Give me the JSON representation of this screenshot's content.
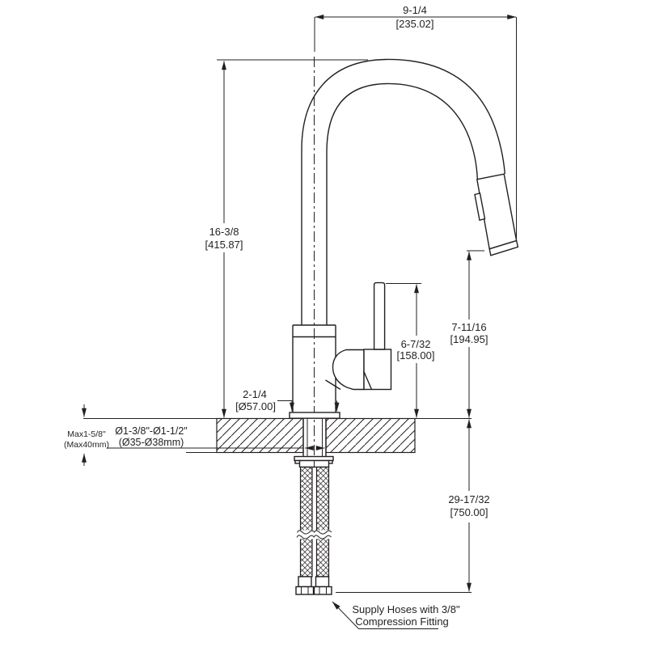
{
  "drawing": {
    "dims": {
      "spout_reach_in": "9-1/4",
      "spout_reach_mm": "[235.02]",
      "overall_height_in": "16-3/8",
      "overall_height_mm": "[415.87]",
      "head_clearance_in": "7-11/16",
      "head_clearance_mm": "[194.95]",
      "handle_height_in": "6-7/32",
      "handle_height_mm": "[158.00]",
      "base_dia_in": "2-1/4",
      "base_dia_mm": "[Ø57.00]",
      "hole_dia_in": "Ø1-3/8\"-Ø1-1/2\"",
      "hole_dia_mm": "(Ø35-Ø38mm)",
      "deck_max_in": "Max1-5/8\"",
      "deck_max_mm": "(Max40mm)",
      "hose_length_in": "29-17/32",
      "hose_length_mm": "[750.00]"
    },
    "notes": {
      "supply_line1": "Supply Hoses with 3/8\"",
      "supply_line2": "Compression Fitting"
    },
    "colors": {
      "line": "#231f20",
      "background": "#ffffff"
    }
  }
}
